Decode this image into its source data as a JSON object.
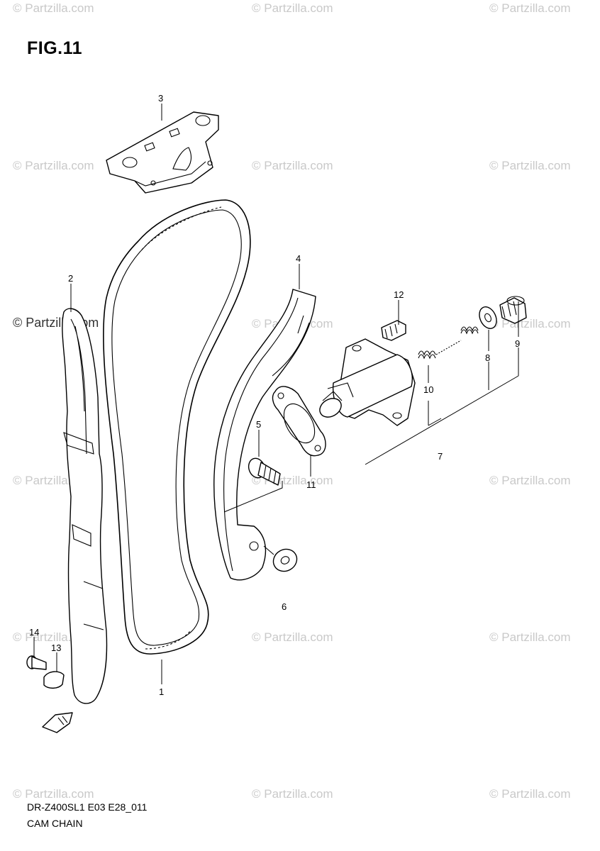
{
  "figure": {
    "title": "FIG.11"
  },
  "watermark": {
    "text": "© Partzilla.com"
  },
  "callouts": {
    "p1": "1",
    "p2": "2",
    "p3": "3",
    "p4": "4",
    "p5": "5",
    "p6": "6",
    "p7": "7",
    "p8": "8",
    "p9": "9",
    "p10": "10",
    "p11": "11",
    "p12": "12",
    "p13": "13",
    "p14": "14"
  },
  "footer": {
    "model_code": "DR-Z400SL1 E03 E28_011",
    "caption": "CAM CHAIN"
  },
  "colors": {
    "line": "#000000",
    "watermark": "#c9c9c9",
    "background": "#ffffff"
  },
  "icons": {
    "direction": "fwd-arrow-icon"
  }
}
